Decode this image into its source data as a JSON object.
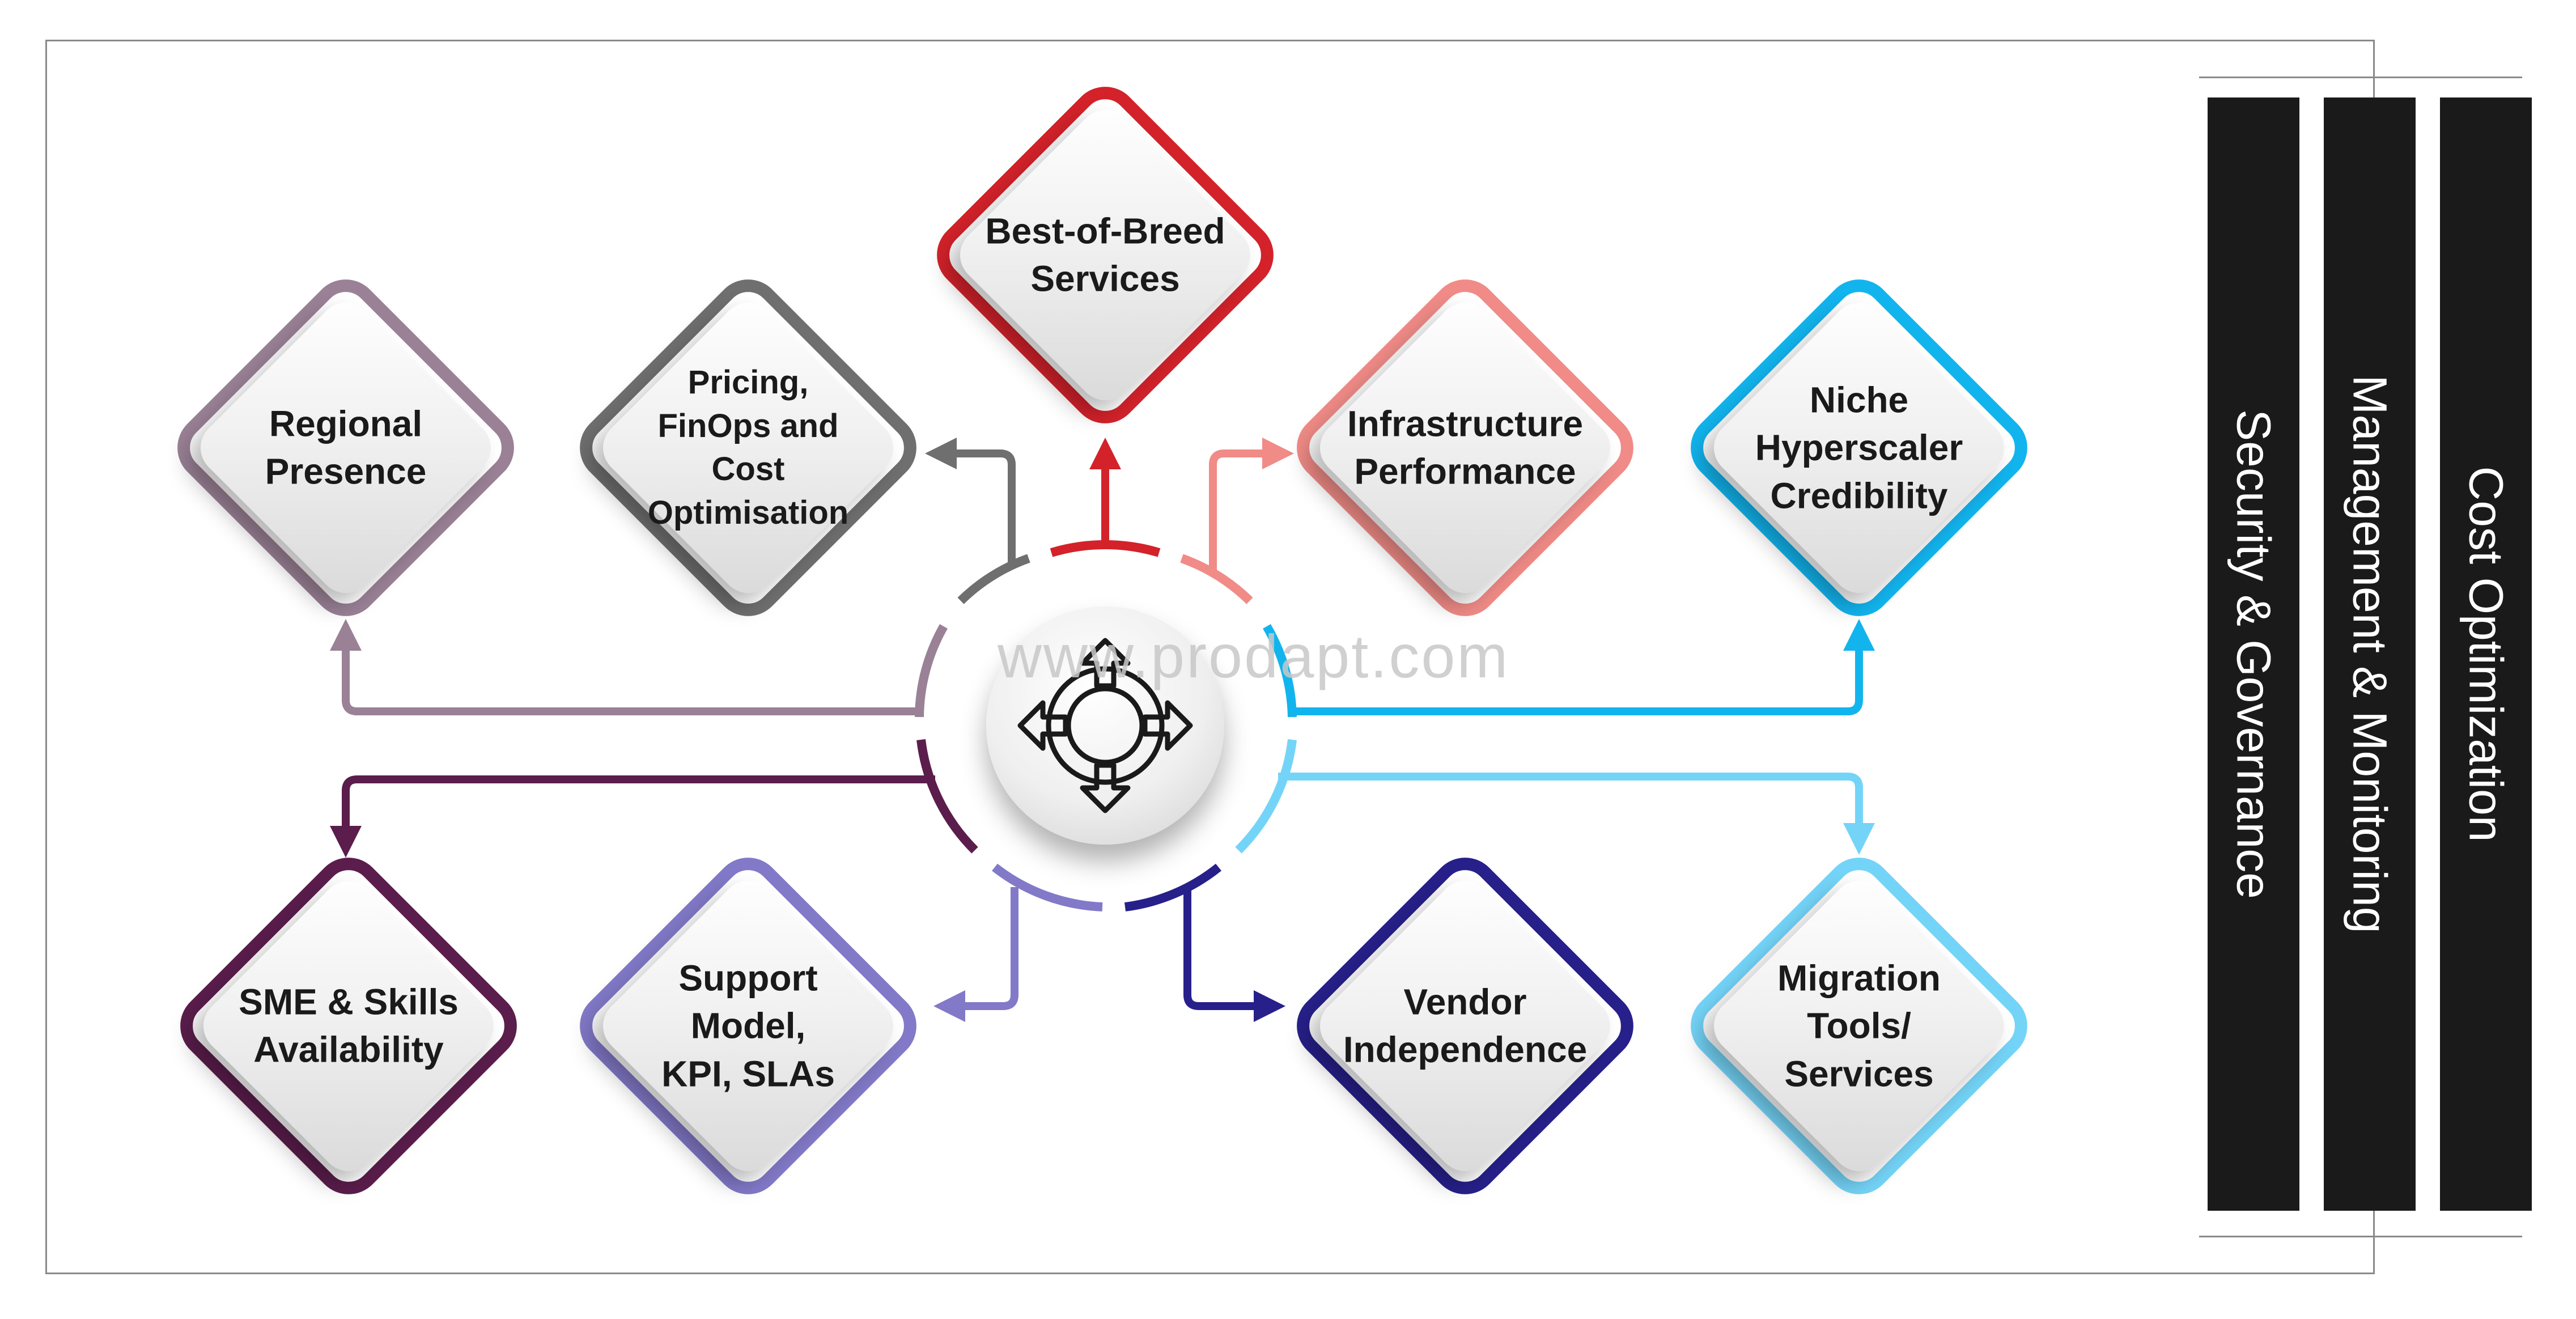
{
  "watermark": "www.prodapt.com",
  "diamonds": [
    {
      "id": "best-of-breed",
      "label": "Best-of-Breed\nServices",
      "color": "#d3222a"
    },
    {
      "id": "regional-presence",
      "label": "Regional\nPresence",
      "color": "#9a8196"
    },
    {
      "id": "pricing-finops",
      "label": "Pricing,\nFinOps and Cost\nOptimisation",
      "color": "#6f6f6f"
    },
    {
      "id": "infrastructure-performance",
      "label": "Infrastructure\nPerformance",
      "color": "#f08b87"
    },
    {
      "id": "niche-hyperscaler",
      "label": "Niche\nHyperscaler\nCredibility",
      "color": "#12b4ee"
    },
    {
      "id": "sme-skills",
      "label": "SME & Skills\nAvailability",
      "color": "#5b1d4c"
    },
    {
      "id": "support-model",
      "label": "Support Model,\nKPI, SLAs",
      "color": "#8279c8"
    },
    {
      "id": "vendor-independence",
      "label": "Vendor\nIndependence",
      "color": "#27208a"
    },
    {
      "id": "migration-tools",
      "label": "Migration\nTools/\nServices",
      "color": "#74d4f8"
    }
  ],
  "pillars": [
    {
      "label": "Security & Governance"
    },
    {
      "label": "Management & Monitoring"
    },
    {
      "label": "Cost Optimization"
    }
  ]
}
